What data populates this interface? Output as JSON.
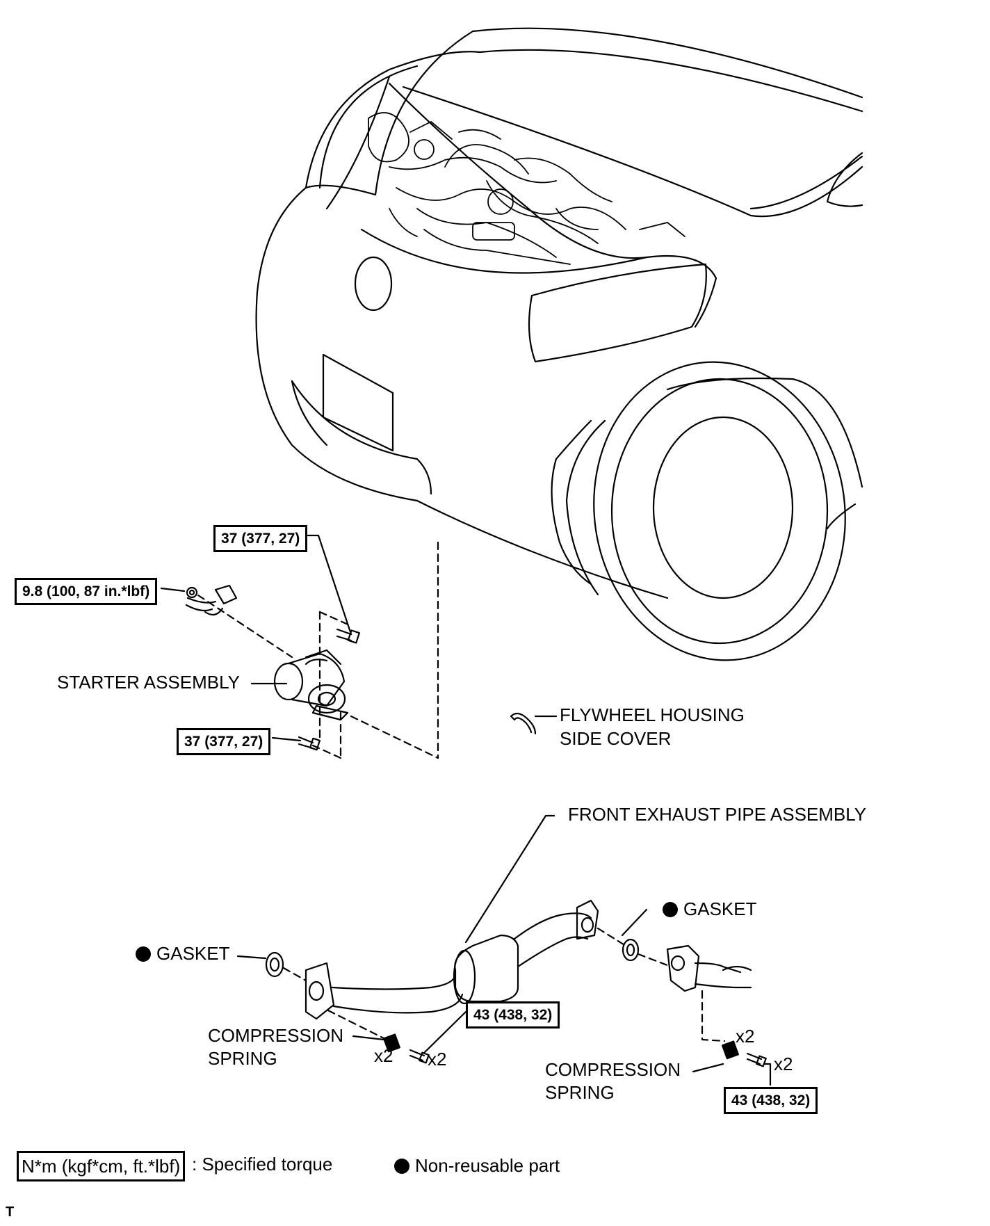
{
  "labels": {
    "starter_assembly": "STARTER ASSEMBLY",
    "flywheel_cover_line1": "FLYWHEEL HOUSING",
    "flywheel_cover_line2": "SIDE COVER",
    "front_exhaust_pipe": "FRONT EXHAUST PIPE ASSEMBLY",
    "gasket_left": "GASKET",
    "gasket_right": "GASKET",
    "compression_spring_left_line1": "COMPRESSION",
    "compression_spring_left_line2": "SPRING",
    "compression_spring_right_line1": "COMPRESSION",
    "compression_spring_right_line2": "SPRING",
    "qty_spring_left": "x2",
    "qty_bolt_left": "x2",
    "qty_spring_right": "x2",
    "qty_bolt_right": "x2"
  },
  "torques": {
    "starter_upper_bolt": "37 (377, 27)",
    "starter_lower_bolt": "37 (377, 27)",
    "terminal_nut": "9.8 (100, 87 in.*lbf)",
    "exhaust_bolt_left": "43 (438, 32)",
    "exhaust_bolt_right": "43 (438, 32)"
  },
  "legend": {
    "torque_unit": "N*m (kgf*cm, ft.*lbf)",
    "torque_text": ": Specified torque",
    "nonreusable_text": "Non-reusable part"
  },
  "footer": {
    "code": "T"
  }
}
